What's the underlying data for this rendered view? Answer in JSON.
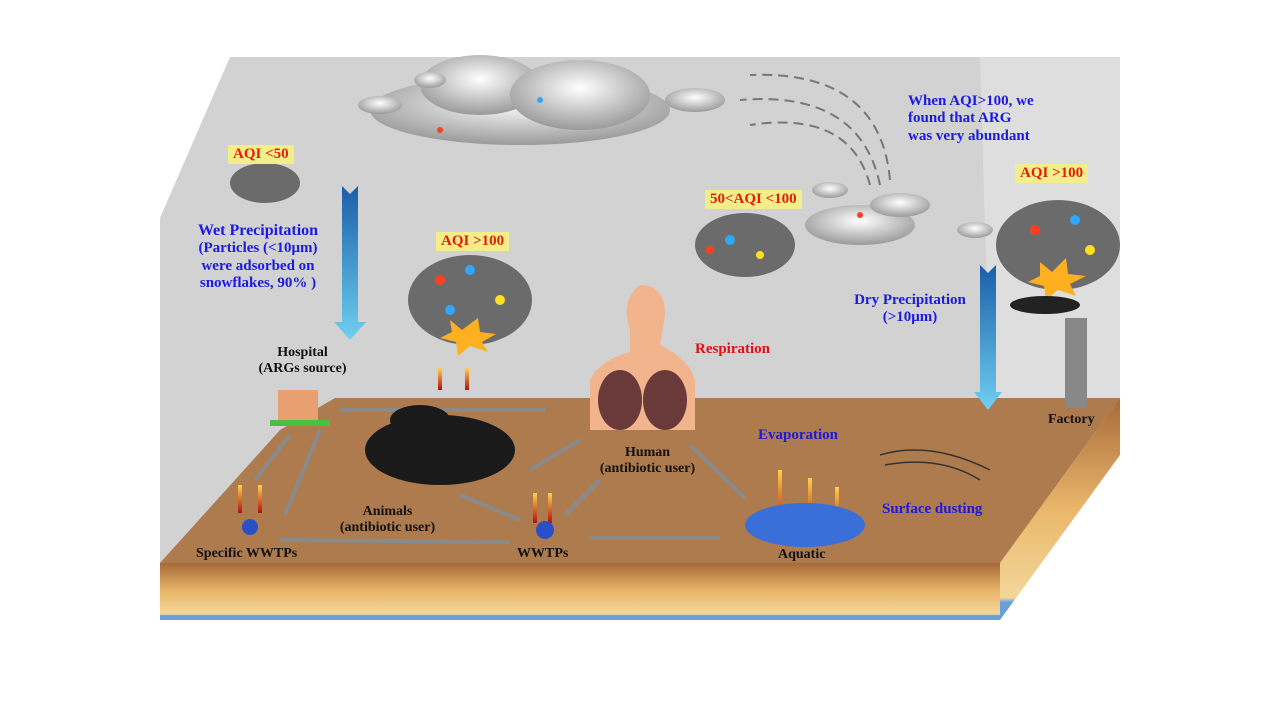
{
  "labels": {
    "aqi_low": "AQI <50",
    "aqi_high_center": "AQI >100",
    "aqi_mid": "50<AQI <100",
    "aqi_high_right": "AQI >100",
    "wet_precipitation": [
      "Wet Precipitation",
      "(Particles (<10μm)",
      "were adsorbed on",
      "snowflakes, 90% )"
    ],
    "arg_note": [
      "When AQI>100, we",
      "found that ARG",
      "was very abundant"
    ],
    "dry_precipitation": [
      "Dry Precipitation",
      "(>10μm)"
    ],
    "respiration": "Respiration",
    "hospital": [
      "Hospital",
      "(ARGs source)"
    ],
    "human": [
      "Human",
      "(antibiotic user)"
    ],
    "animals": [
      "Animals",
      "(antibiotic user)"
    ],
    "evaporation": "Evaporation",
    "factory": "Factory",
    "surface_dusting": "Surface dusting",
    "specific_wwtps": "Specific WWTPs",
    "wwtps": "WWTPs",
    "aquatic": "Aquatic"
  },
  "colors": {
    "ground": "#b07d4f",
    "sky": "#d4d4d4",
    "label_blue": "#1a1ae0",
    "label_red": "#e01010",
    "aqi_box": "#f4ee8a"
  }
}
